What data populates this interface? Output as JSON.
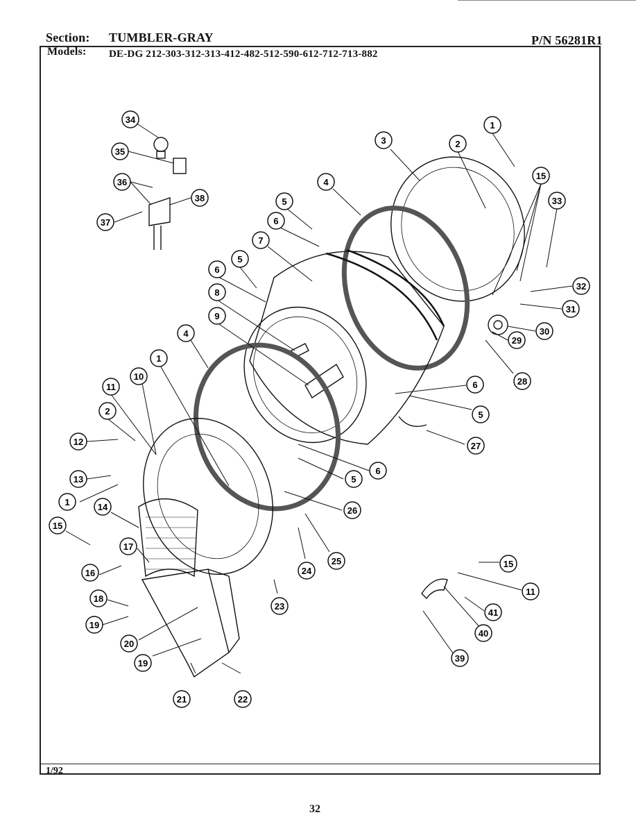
{
  "header": {
    "section_label": "Section:",
    "section_value": "TUMBLER-GRAY",
    "part_number": "P/N 56281R1",
    "models_label": "Models:",
    "models_value": "DE-DG 212-303-312-313-412-482-512-590-612-712-713-882"
  },
  "footer": {
    "date": "1/92",
    "page_number": "32"
  },
  "callouts": [
    "1",
    "2",
    "3",
    "4",
    "5",
    "6",
    "7",
    "8",
    "9",
    "10",
    "11",
    "12",
    "13",
    "14",
    "15",
    "16",
    "17",
    "18",
    "19",
    "20",
    "21",
    "22",
    "23",
    "24",
    "25",
    "26",
    "27",
    "28",
    "29",
    "30",
    "31",
    "32",
    "33",
    "34",
    "35",
    "36",
    "37",
    "38",
    "39",
    "40",
    "41"
  ],
  "colors": {
    "ink": "#111111",
    "background": "#ffffff",
    "gasket": "#555555"
  }
}
